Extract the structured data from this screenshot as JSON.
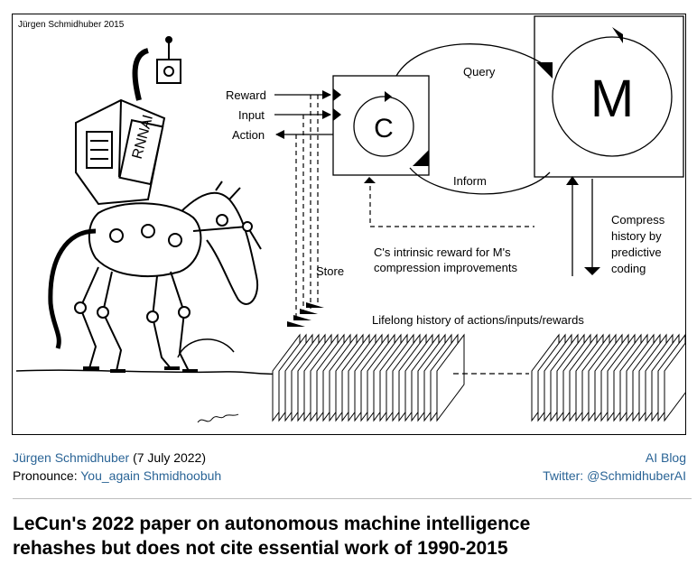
{
  "figure": {
    "credit": "Jürgen Schmidhuber 2015",
    "robot_logo": "RNNAI",
    "labels": {
      "reward": "Reward",
      "input": "Input",
      "action": "Action",
      "query": "Query",
      "inform": "Inform",
      "controller": "C",
      "model": "M",
      "store": "Store",
      "intrinsic_line1": "C's intrinsic reward for M's",
      "intrinsic_line2": "compression improvements",
      "compress_line1": "Compress",
      "compress_line2": "history by",
      "compress_line3": "predictive",
      "compress_line4": "coding",
      "history": "Lifelong history of actions/inputs/rewards"
    }
  },
  "byline": {
    "author": "Jürgen Schmidhuber",
    "date": "(7 July 2022)",
    "pronounce_label": "Pronounce:",
    "pronounce_value": "You_again Shmidhoobuh"
  },
  "blog": {
    "title": "AI Blog",
    "twitter": "Twitter: @SchmidhuberAI"
  },
  "headline": {
    "line1": "LeCun's 2022 paper on autonomous machine intelligence",
    "line2": "rehashes but does not cite essential work of 1990-2015"
  },
  "colors": {
    "link": "#2a6496",
    "rule": "#bdbdbd",
    "ink": "#000000"
  }
}
